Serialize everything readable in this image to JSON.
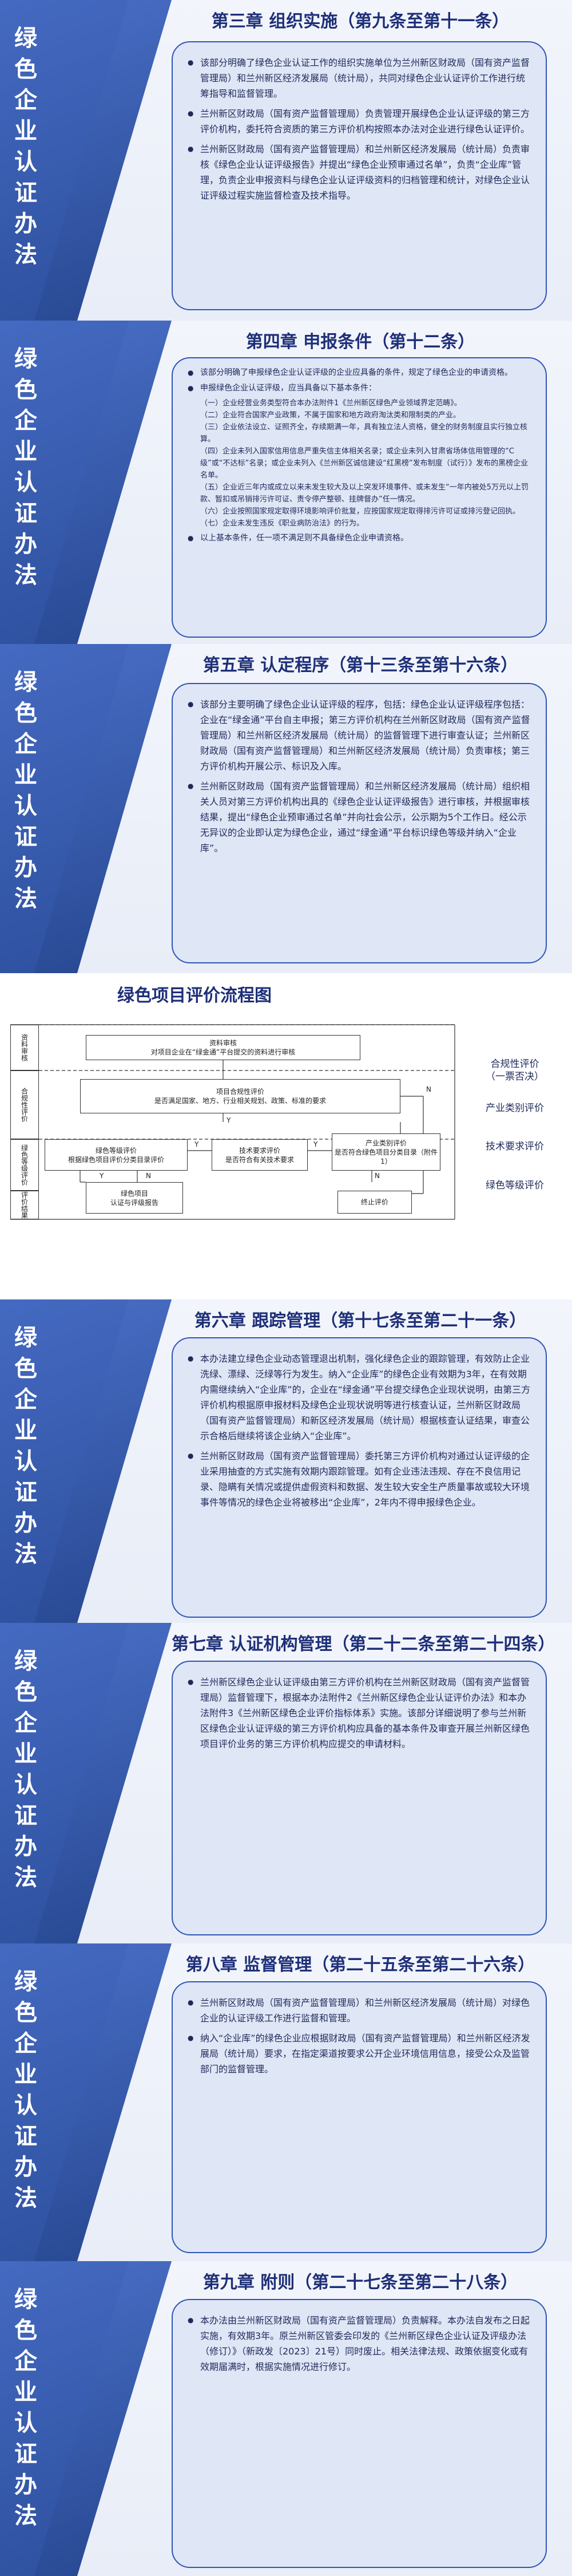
{
  "vertical_title": "绿色企业认证办法",
  "ch3": {
    "title": "第三章 组织实施（第九条至第十一条）",
    "items": [
      "该部分明确了绿色企业认证工作的组织实施单位为兰州新区财政局（国有资产监督管理局）和兰州新区经济发展局（统计局），共同对绿色企业认证评价工作进行统筹指导和监督管理。",
      "兰州新区财政局（国有资产监督管理局）负责管理开展绿色企业认证评级的第三方评价机构，委托符合资质的第三方评价机构按照本办法对企业进行绿色认证评价。",
      "兰州新区财政局（国有资产监督管理局）和兰州新区经济发展局（统计局）负责审核《绿色企业认证评级报告》并提出“绿色企业预审通过名单”，负责“企业库”管理，负责企业申报资料与绿色企业认证评级资料的归档管理和统计，对绿色企业认证评级过程实施监督检查及技术指导。"
    ]
  },
  "ch4": {
    "title": "第四章 申报条件（第十二条）",
    "items": [
      "该部分明确了申报绿色企业认证评级的企业应具备的条件，规定了绿色企业的申请资格。",
      "申报绿色企业认证评级，应当具备以下基本条件："
    ],
    "subs": [
      "（一）企业经营业务类型符合本办法附件1《兰州新区绿色产业领域界定范畴》。",
      "（二）企业符合国家产业政策，不属于国家和地方政府淘汰类和限制类的产业。",
      "（三）企业依法设立、证照齐全，存续期满一年，具有独立法人资格，健全的财务制度且实行独立核算。",
      "（四）企业未列入国家信用信息严重失信主体相关名录；或企业未列入甘肃省场体信用管理的“C级”或“不达标”名录；或企业未列入《兰州新区诚信建设“红黑榜”发布制度（试行）》发布的黑榜企业名单。",
      "（五）企业近三年内或成立以来未发生较大及以上突发环境事件、或未发生“一年内被处5万元以上罚款、暂扣或吊销排污许可证、责令停产整顿、挂牌督办”任一情况。",
      "（六）企业按照国家规定取得环境影响评价批复，应按国家规定取得排污许可证或排污登记回执。",
      "（七）企业未发生违反《职业病防治法》的行为。"
    ],
    "last": "以上基本条件，任一项不满足则不具备绿色企业申请资格。"
  },
  "ch5": {
    "title": "第五章 认定程序（第十三条至第十六条）",
    "items": [
      "该部分主要明确了绿色企业认证评级的程序，包括：绿色企业认证评级程序包括：企业在“绿金通”平台自主申报；第三方评价机构在兰州新区财政局（国有资产监督管理局）和兰州新区经济发展局（统计局）的监督管理下进行审查认证；兰州新区财政局（国有资产监督管理局）和兰州新区经济发展局（统计局）负责审核；第三方评价机构开展公示、标识及入库。",
      "兰州新区财政局（国有资产监督管理局）和兰州新区经济发展局（统计局）组织相关人员对第三方评价机构出具的《绿色企业认证评级报告》进行审核，并根据审核结果，提出“绿色企业预审通过名单”并向社会公示，公示期为5个工作日。经公示无异议的企业即认定为绿色企业，通过“绿金通”平台标识绿色等级并纳入“企业库”。"
    ]
  },
  "flow": {
    "title": "绿色项目评价流程图",
    "stages": [
      "资料审核",
      "合规性评价",
      "绿色等级评价",
      "评价结果"
    ],
    "box_material": "资料审核\n对项目企业在“绿金通”平台提交的资料进行审核",
    "box_compliance": "项目合规性评价\n是否满足国家、地方、行业相关规划、政策、标准的要求",
    "box_grade": "绿色等级评价\n根据绿色项目评价分类目录评价",
    "box_tech": "技术要求评价\n是否符合有关技术要求",
    "box_category": "产业类别评价\n是否符合绿色项目分类目录（附件1）",
    "box_report": "绿色项目\n认证与评级报告",
    "box_stop": "终止评价",
    "y": "Y",
    "n": "N",
    "side_labels": [
      "合规性评价\n（一票否决）",
      "产业类别评价",
      "技术要求评价",
      "绿色等级评价"
    ]
  },
  "ch6": {
    "title": "第六章 跟踪管理（第十七条至第二十一条）",
    "items": [
      "本办法建立绿色企业动态管理退出机制，强化绿色企业的跟踪管理，有效防止企业洗绿、漂绿、泛绿等行为发生。纳入“企业库”的绿色企业有效期为3年，在有效期内需继续纳入“企业库”的，企业在“绿金通”平台提交绿色企业现状说明，由第三方评价机构根据原申报材料及绿色企业现状说明等进行核查认证，兰州新区财政局（国有资产监督管理局）和新区经济发展局（统计局）根据核查认证结果，审查公示合格后继续将该企业纳入“企业库”。",
      "兰州新区财政局（国有资产监督管理局）委托第三方评价机构对通过认证评级的企业采用抽查的方式实施有效期内跟踪管理。如有企业违法违规、存在不良信用记录、隐瞒有关情况或提供虚假资料和数据、发生较大安全生产质量事故或较大环境事件等情况的绿色企业将被移出“企业库”，2年内不得申报绿色企业。"
    ]
  },
  "ch7": {
    "title": "第七章 认证机构管理（第二十二条至第二十四条）",
    "items": [
      "兰州新区绿色企业认证评级由第三方评价机构在兰州新区财政局（国有资产监督管理局）监督管理下，根据本办法附件2《兰州新区绿色企业认证评价办法》和本办法附件3《兰州新区绿色企业评价指标体系》实施。该部分详细说明了参与兰州新区绿色企业认证评级的第三方评价机构应具备的基本条件及审查开展兰州新区绿色项目评价业务的第三方评价机构应提交的申请材料。"
    ]
  },
  "ch8": {
    "title": "第八章 监督管理（第二十五条至第二十六条）",
    "items": [
      "兰州新区财政局（国有资产监督管理局）和兰州新区经济发展局（统计局）对绿色企业的认证评级工作进行监督和管理。",
      "纳入“企业库”的绿色企业应根据财政局（国有资产监督管理局）和兰州新区经济发展局（统计局）要求，在指定渠道按要求公开企业环境信用信息，接受公众及监管部门的监督管理。"
    ]
  },
  "ch9": {
    "title": "第九章 附则（第二十七条至第二十八条）",
    "items": [
      "本办法由兰州新区财政局（国有资产监督管理局）负责解释。本办法自发布之日起实施，有效期3年。原兰州新区管委会印发的《兰州新区绿色企业认证及评级办法（修订）》（新政发〔2023〕21号）同时废止。相关法律法规、政策依据变化或有效期届满时，根据实施情况进行修订。"
    ]
  }
}
